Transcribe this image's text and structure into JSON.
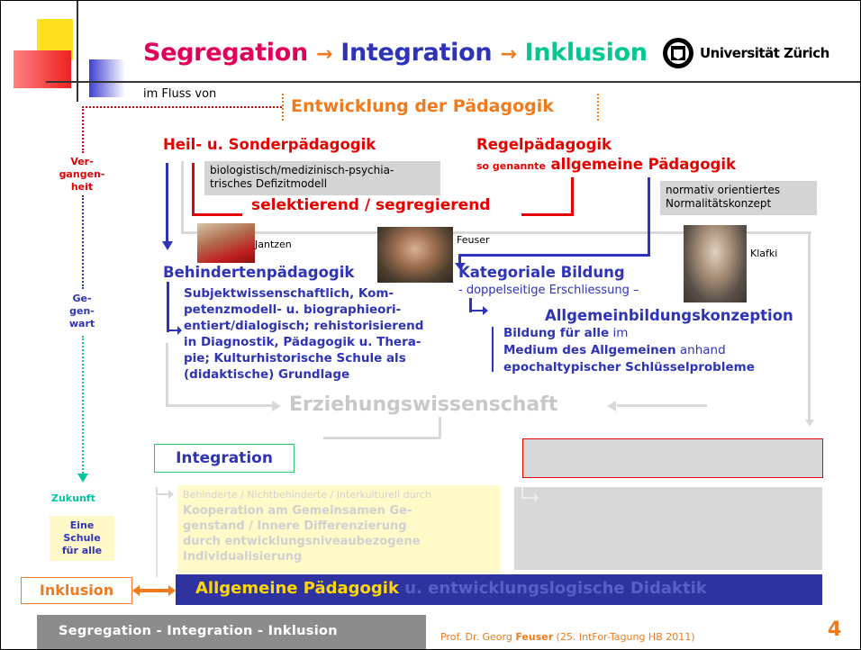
{
  "title": {
    "segregation": "Segregation",
    "integration": "Integration",
    "inklusion": "Inklusion",
    "arrow": "→"
  },
  "logo_text": "Universität Zürich",
  "im_fluss": "im Fluss von",
  "entwicklung": "Entwicklung der Pädagogik",
  "timeline": {
    "vergangenheit": "Ver-\ngangen-\nheit",
    "gegenwart": "Ge-\ngen-\nwart",
    "zukunft": "Zukunft",
    "eine_schule": "Eine\nSchule\nfür alle"
  },
  "heil": "Heil- u. Sonderpädagogik",
  "regel": "Regelpädagogik",
  "so_genannte": "so genannte",
  "allgemeine_paed": "allgemeine Pädagogik",
  "box_bio": "biologistisch/medizinisch-psychia-\ntrisches Defizitmodell",
  "box_normativ": "normativ orientiertes\nNormalitätskonzept",
  "selektierend": "selektierend / segregierend",
  "persons": {
    "jantzen": "Jantzen",
    "feuser": "Feuser",
    "klafki": "Klafki"
  },
  "behindertenpaed": "Behindertenpädagogik",
  "behinderten_text": "Subjektwissenschaftlich, Kom-\npetenzmodell- u. biographieori-\nentiert/dialogisch; rehistorisierend\nin Diagnostik, Pädagogik u. Thera-\npie; Kulturhistorische Schule als\n(didaktische) Grundlage",
  "kategoriale": "Kategoriale Bildung",
  "doppelseitig": "- doppelseitige Erschliessung –",
  "allgemeinbildung": "Allgemeinbildungskonzeption",
  "bildung_line1_a": "Bildung für alle",
  "bildung_line1_b": " im",
  "bildung_line2_a": "Medium des Allgemeinen",
  "bildung_line2_b": " anhand",
  "bildung_line3": "epochaltypischer Schlüsselprobleme",
  "erziehungswissenschaft": "Erziehungswissenschaft",
  "integration_box": "Integration",
  "yellow_box": {
    "line1": "Behinderte / Nichtbehinderte / Interkulturell durch",
    "rest": "Kooperation am Gemeinsamen Ge-\ngenstand / Innere Differenzierung\ndurch entwicklungsniveaubezogene\nIndividualisierung"
  },
  "inklusion_box": "Inklusion",
  "bottom_bar_a": "Allgemeine Pädagogik",
  "bottom_bar_b": " u. entwicklungslogische Didaktik",
  "footer": {
    "title": "Segregation - Integration - Inklusion",
    "prof_a": "Prof. Dr. Georg ",
    "prof_b": "Feuser",
    "prof_c": " (25. IntFor-Tagung HB 2011)",
    "page": "4"
  },
  "colors": {
    "magenta": "#e0005a",
    "blue": "#2e33b8",
    "green": "#00c890",
    "orange": "#f07a1c",
    "red": "#e60000",
    "navy_bar": "#2e33a0"
  }
}
